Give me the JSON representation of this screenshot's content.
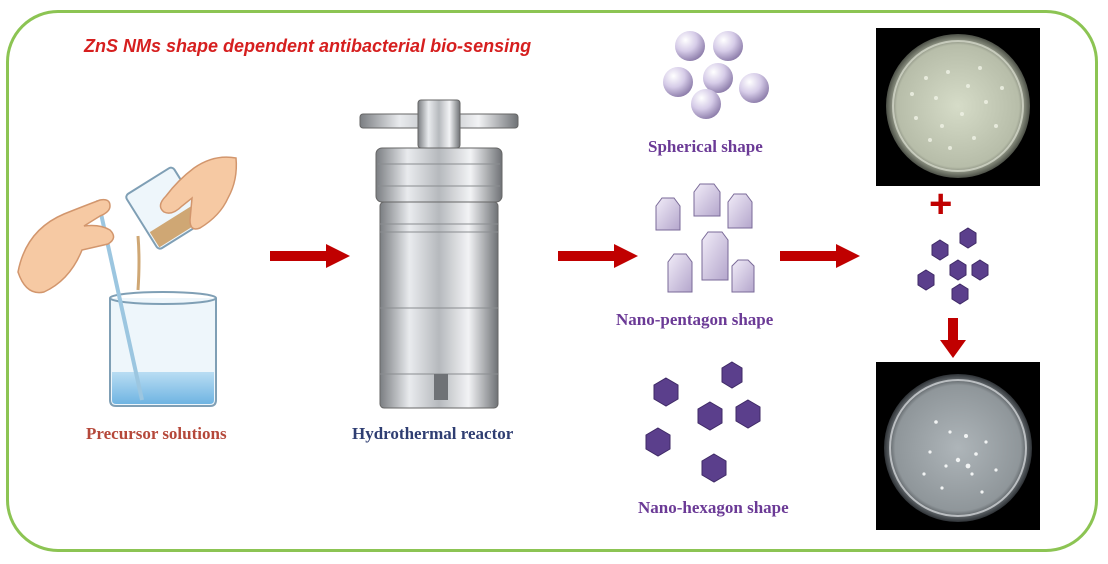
{
  "title": "ZnS NMs shape dependent antibacterial bio-sensing",
  "steps": {
    "precursor_label": "Precursor solutions",
    "reactor_label": "Hydrothermal reactor"
  },
  "shapes": {
    "spherical_label": "Spherical shape",
    "pentagon_label": "Nano-pentagon shape",
    "hexagon_label": "Nano-hexagon shape"
  },
  "symbols": {
    "plus": "+"
  },
  "colors": {
    "frame": "#8cc453",
    "title": "#d61f1f",
    "arrow": "#c00000",
    "precursor_text": "#b5483a",
    "reactor_text": "#2f3e72",
    "shape_text": "#6b3a96",
    "hexagon_fill": "#5b3f8c",
    "sphere_fill": "#d6cce8"
  }
}
